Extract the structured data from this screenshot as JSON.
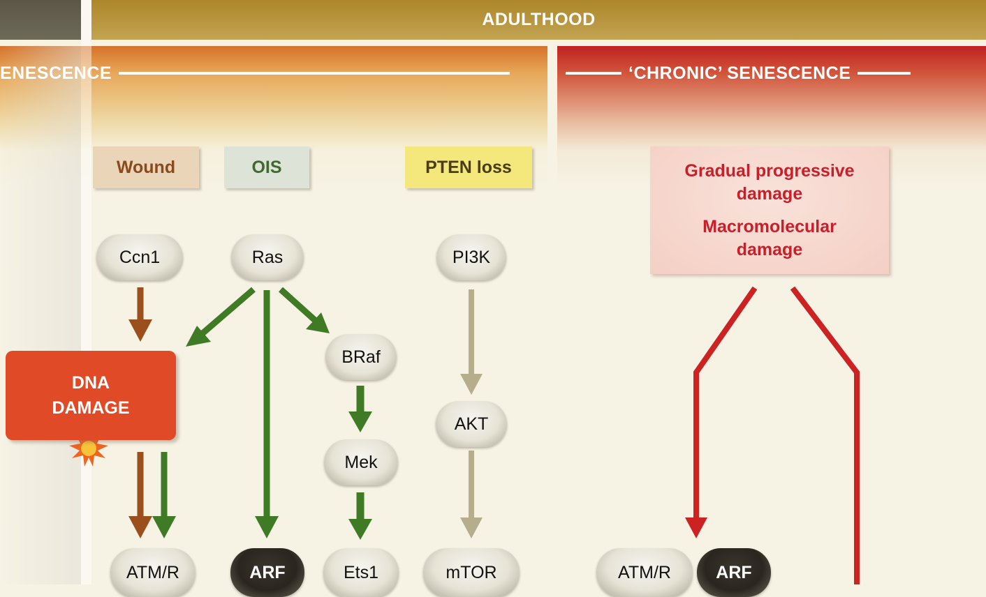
{
  "header": {
    "stage_label": "ADULTHOOD"
  },
  "panels": {
    "acute": {
      "title": "ENESCENCE"
    },
    "chronic": {
      "title": "‘CHRONIC’ SENESCENCE"
    }
  },
  "triggers": [
    {
      "label": "Wound",
      "color": "#8b4a1c",
      "bg": "#ead5b9"
    },
    {
      "label": "OIS",
      "color": "#3e6a2e",
      "bg": "#dde3d6"
    },
    {
      "label": "PTEN loss",
      "color": "#4a3c18",
      "bg": "#f4e77c"
    }
  ],
  "chronic_box": {
    "line1": "Gradual progressive",
    "line2": "damage",
    "line3": "Macromolecular",
    "line4": "damage"
  },
  "dna_damage": {
    "line1": "DNA",
    "line2": "DAMAGE",
    "icon": "burst-icon"
  },
  "nodes": {
    "ccn1": "Ccn1",
    "ras": "Ras",
    "pi3k": "PI3K",
    "braf": "BRaf",
    "akt": "AKT",
    "mek": "Mek",
    "atmr_acute": "ATM/R",
    "arf_acute": "ARF",
    "ets1": "Ets1",
    "mtor": "mTOR",
    "atmr_chronic": "ATM/R",
    "arf_chronic": "ARF"
  },
  "colors": {
    "wound_arrow": "#9a4f1c",
    "ois_arrow": "#3f7a25",
    "pten_arrow": "#b5ad8c",
    "chronic_arrow": "#cc2222",
    "dna_box": "#e14a26"
  }
}
